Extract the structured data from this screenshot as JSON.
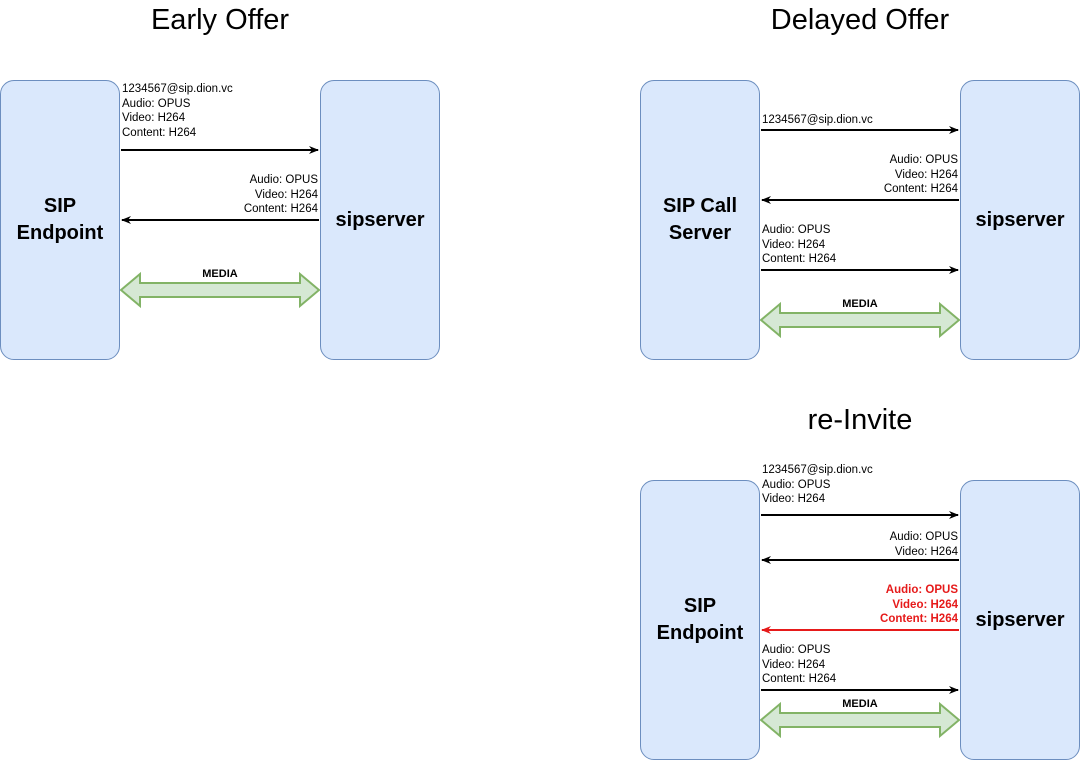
{
  "early_offer": {
    "title": "Early Offer",
    "left_box": "SIP\nEndpoint",
    "right_box": "sipserver",
    "msg1": [
      "1234567@sip.dion.vc",
      "Audio: OPUS",
      "Video: H264",
      "Content: H264"
    ],
    "msg2": [
      "Audio: OPUS",
      "Video: H264",
      "Content: H264"
    ],
    "media": "MEDIA"
  },
  "delayed_offer": {
    "title": "Delayed Offer",
    "left_box": "SIP Call\nServer",
    "right_box": "sipserver",
    "msg1": [
      "1234567@sip.dion.vc"
    ],
    "msg2": [
      "Audio: OPUS",
      "Video: H264",
      "Content: H264"
    ],
    "msg3": [
      "Audio: OPUS",
      "Video: H264",
      "Content: H264"
    ],
    "media": "MEDIA"
  },
  "reinvite": {
    "title": "re-Invite",
    "left_box": "SIP\nEndpoint",
    "right_box": "sipserver",
    "msg1": [
      "1234567@sip.dion.vc",
      "Audio: OPUS",
      "Video: H264"
    ],
    "msg2": [
      "Audio: OPUS",
      "Video: H264"
    ],
    "msg3": [
      "Audio: OPUS",
      "Video: H264",
      "Content: H264"
    ],
    "msg4": [
      "Audio: OPUS",
      "Video: H264",
      "Content: H264"
    ],
    "media": "MEDIA"
  },
  "colors": {
    "box_fill": "#dae8fc",
    "box_stroke": "#6c8ebf",
    "media_fill": "#d5e8d4",
    "media_stroke": "#82b366",
    "highlight": "#e61a1a"
  }
}
